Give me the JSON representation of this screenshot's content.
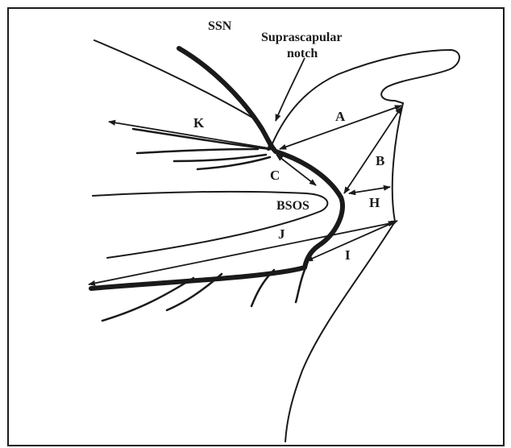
{
  "labels": {
    "ssn": "SSN",
    "suprascapular_notch_line1": "Suprascapular",
    "suprascapular_notch_line2": "notch",
    "a": "A",
    "b": "B",
    "c": "C",
    "h": "H",
    "i": "I",
    "j": "J",
    "k": "K",
    "bsos": "BSOS"
  },
  "colors": {
    "ink": "#1a1a1a",
    "background": "#ffffff"
  }
}
